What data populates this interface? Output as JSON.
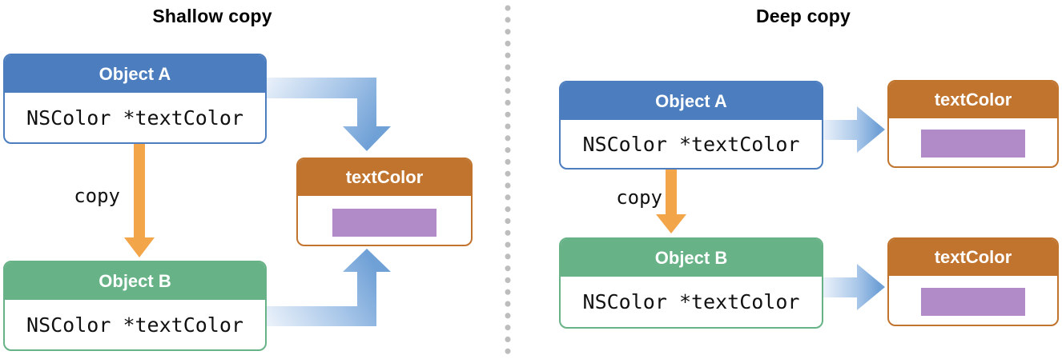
{
  "left": {
    "title": "Shallow copy",
    "object_a": {
      "header": "Object A",
      "field": "NSColor *textColor"
    },
    "object_b": {
      "header": "Object B",
      "field": "NSColor *textColor"
    },
    "copy_label": "copy",
    "textcolor": {
      "header": "textColor"
    }
  },
  "right": {
    "title": "Deep copy",
    "object_a": {
      "header": "Object A",
      "field": "NSColor *textColor"
    },
    "object_b": {
      "header": "Object B",
      "field": "NSColor *textColor"
    },
    "copy_label": "copy",
    "textcolor_a": {
      "header": "textColor"
    },
    "textcolor_b": {
      "header": "textColor"
    }
  },
  "colors": {
    "object_a_header": "#4C7DBE",
    "object_b_header": "#67B286",
    "textcolor_header": "#C0742E",
    "color_swatch": "#B08BC7",
    "copy_arrow": "#F2A549",
    "reference_arrow_light": "#EAF1FA",
    "reference_arrow_mid": "#A9C7E9",
    "reference_arrow_dark": "#6FA0D6",
    "divider_dot": "#BDBDBD"
  }
}
